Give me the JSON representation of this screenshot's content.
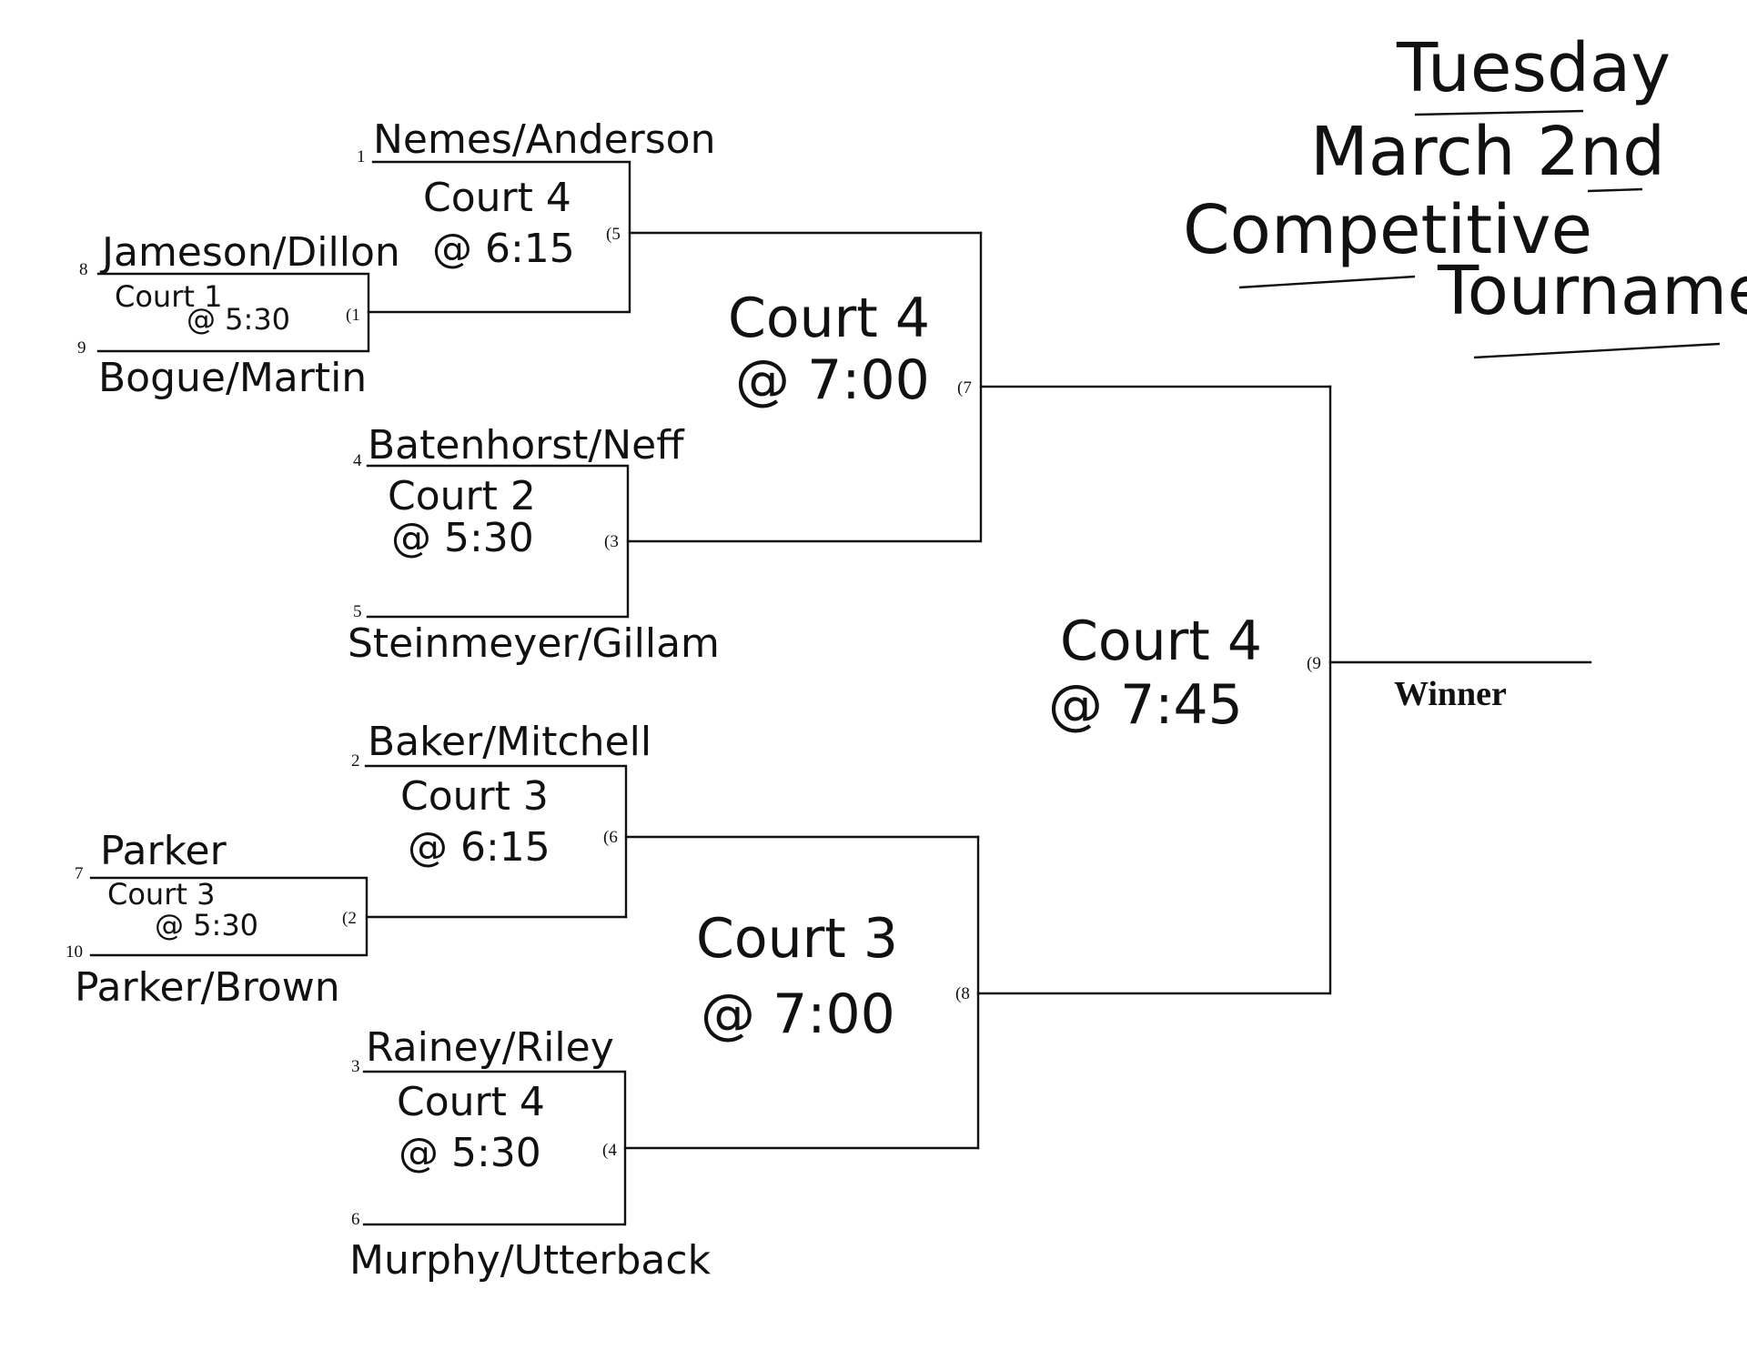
{
  "title": {
    "day": "Tuesday",
    "date": "March 2nd",
    "event_line1": "Competitive",
    "event_line2": "Tournament"
  },
  "winner_label": "Winner",
  "teams": {
    "t1": {
      "seed": "1",
      "name": "Nemes/Anderson"
    },
    "t8": {
      "seed": "8",
      "name": "Jameson/Dillon"
    },
    "t9": {
      "seed": "9",
      "name": "Bogue/Martin"
    },
    "t4": {
      "seed": "4",
      "name": "Batenhorst/Neff"
    },
    "t5": {
      "seed": "5",
      "name": "Steinmeyer/Gillam"
    },
    "t2": {
      "seed": "2",
      "name": "Baker/Mitchell"
    },
    "t7": {
      "seed": "7",
      "name": "Parker"
    },
    "t10": {
      "seed": "10",
      "name": "Parker/Brown"
    },
    "t3": {
      "seed": "3",
      "name": "Rainey/Riley"
    },
    "t6": {
      "seed": "6",
      "name": "Murphy/Utterback"
    }
  },
  "games": {
    "g1": {
      "number": "(1",
      "court": "Court 1",
      "time": "@ 5:30"
    },
    "g2": {
      "number": "(2",
      "court": "Court 3",
      "time": "@ 5:30"
    },
    "g3": {
      "number": "(3",
      "court": "Court 2",
      "time": "@ 5:30"
    },
    "g4": {
      "number": "(4",
      "court": "Court 4",
      "time": "@ 5:30"
    },
    "g5": {
      "number": "(5",
      "court": "Court 4",
      "time": "@ 6:15"
    },
    "g6": {
      "number": "(6",
      "court": "Court 3",
      "time": "@ 6:15"
    },
    "g7": {
      "number": "(7",
      "court": "Court 4",
      "time": "@ 7:00"
    },
    "g8": {
      "number": "(8",
      "court": "Court 3",
      "time": "@ 7:00"
    },
    "g9": {
      "number": "(9",
      "court": "Court 4",
      "time": "@ 7:45"
    }
  }
}
